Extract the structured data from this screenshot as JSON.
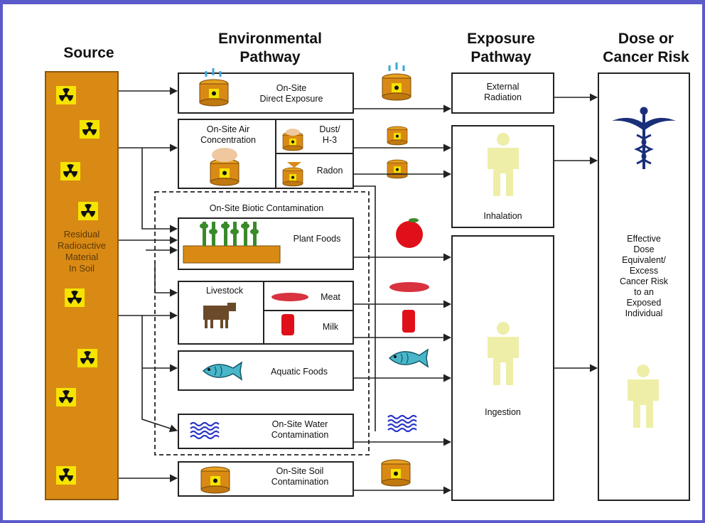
{
  "headers": {
    "source": "Source",
    "environmental": "Environmental\nPathway",
    "exposure": "Exposure\nPathway",
    "dose": "Dose or\nCancer Risk"
  },
  "source": {
    "label": "Residual\nRadioactive\nMaterial\nIn Soil"
  },
  "environmental": {
    "direct_exposure": "On-Site\nDirect Exposure",
    "air_concentration": "On-Site Air\nConcentration",
    "dust": "Dust/\nH-3",
    "radon": "Radon",
    "biotic": "On-Site Biotic Contamination",
    "plant_foods": "Plant Foods",
    "livestock": "Livestock",
    "meat": "Meat",
    "milk": "Milk",
    "aquatic": "Aquatic Foods",
    "water": "On-Site Water\nContamination",
    "soil": "On-Site Soil\nContamination"
  },
  "exposure": {
    "external": "External\nRadiation",
    "inhalation": "Inhalation",
    "ingestion": "Ingestion"
  },
  "dose": {
    "label": "Effective\nDose\nEquivalent/\nExcess\nCancer Risk\nto an\nExposed\nIndividual"
  },
  "colors": {
    "frame": "#5a5acb",
    "source_fill": "#d98a14",
    "radiation_symbol": "#f5e400",
    "body_figure": "#eeeea8",
    "caduceus": "#1a2f7a",
    "water": "#2a35c8",
    "fish": "#49b6c9",
    "meat": "#d8333f",
    "apple": "#e0101a",
    "plants": "#3a8a2a"
  },
  "icons": [
    "radiation-icon",
    "caduceus-icon",
    "person-icon",
    "apple-icon",
    "cow-icon",
    "fish-icon",
    "water-waves-icon",
    "drum-icon",
    "meat-icon",
    "milk-icon"
  ]
}
